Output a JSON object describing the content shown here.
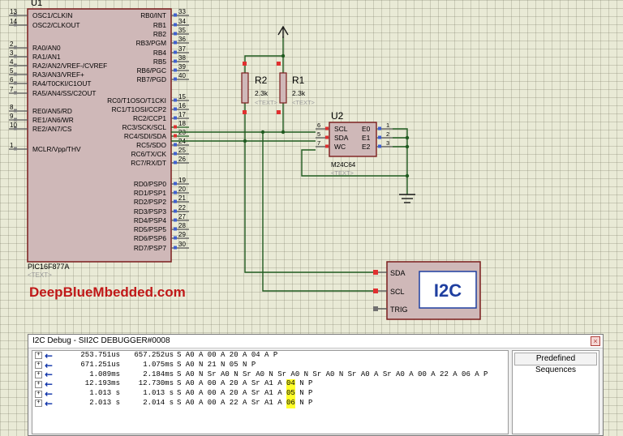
{
  "mcu": {
    "ref": "U1",
    "part": "PIC16F877A",
    "text_tag": "<TEXT>",
    "left_pins": [
      {
        "num": "13",
        "name": "OSC1/CLKIN"
      },
      {
        "num": "14",
        "name": "OSC2/CLKOUT"
      },
      {
        "num": "2",
        "name": "RA0/AN0"
      },
      {
        "num": "3",
        "name": "RA1/AN1"
      },
      {
        "num": "4",
        "name": "RA2/AN2/VREF-/CVREF"
      },
      {
        "num": "5",
        "name": "RA3/AN3/VREF+"
      },
      {
        "num": "6",
        "name": "RA4/T0CKI/C1OUT"
      },
      {
        "num": "7",
        "name": "RA5/AN4/SS/C2OUT"
      },
      {
        "num": "8",
        "name": "RE0/AN5/RD"
      },
      {
        "num": "9",
        "name": "RE1/AN6/WR"
      },
      {
        "num": "10",
        "name": "RE2/AN7/CS"
      },
      {
        "num": "1",
        "name": "MCLR/Vpp/THV"
      }
    ],
    "right_pins": [
      {
        "num": "33",
        "name": "RB0/INT"
      },
      {
        "num": "34",
        "name": "RB1"
      },
      {
        "num": "35",
        "name": "RB2"
      },
      {
        "num": "36",
        "name": "RB3/PGM"
      },
      {
        "num": "37",
        "name": "RB4"
      },
      {
        "num": "38",
        "name": "RB5"
      },
      {
        "num": "39",
        "name": "RB6/PGC"
      },
      {
        "num": "40",
        "name": "RB7/PGD"
      },
      {
        "num": "15",
        "name": "RC0/T1OSO/T1CKI"
      },
      {
        "num": "16",
        "name": "RC1/T1OSI/CCP2"
      },
      {
        "num": "17",
        "name": "RC2/CCP1"
      },
      {
        "num": "18",
        "name": "RC3/SCK/SCL"
      },
      {
        "num": "23",
        "name": "RC4/SDI/SDA"
      },
      {
        "num": "24",
        "name": "RC5/SDO"
      },
      {
        "num": "25",
        "name": "RC6/TX/CK"
      },
      {
        "num": "26",
        "name": "RC7/RX/DT"
      },
      {
        "num": "19",
        "name": "RD0/PSP0"
      },
      {
        "num": "20",
        "name": "RD1/PSP1"
      },
      {
        "num": "21",
        "name": "RD2/PSP2"
      },
      {
        "num": "22",
        "name": "RD3/PSP3"
      },
      {
        "num": "27",
        "name": "RD4/PSP4"
      },
      {
        "num": "28",
        "name": "RD5/PSP5"
      },
      {
        "num": "29",
        "name": "RD6/PSP6"
      },
      {
        "num": "30",
        "name": "RD7/PSP7"
      }
    ]
  },
  "resistors": [
    {
      "ref": "R2",
      "value": "2.3k",
      "text_tag": "<TEXT>"
    },
    {
      "ref": "R1",
      "value": "2.3k",
      "text_tag": "<TEXT>"
    }
  ],
  "eeprom": {
    "ref": "U2",
    "part": "M24C64",
    "text_tag": "<TEXT>",
    "left_pins": [
      {
        "num": "6",
        "name": "SCL"
      },
      {
        "num": "5",
        "name": "SDA"
      },
      {
        "num": "7",
        "name": "WC"
      }
    ],
    "right_pins": [
      {
        "num": "1",
        "name": "E0"
      },
      {
        "num": "2",
        "name": "E1"
      },
      {
        "num": "3",
        "name": "E2"
      }
    ]
  },
  "i2c_debugger": {
    "label": "I2C",
    "pins": [
      "SDA",
      "SCL",
      "TRIG"
    ]
  },
  "watermark": "DeepBlueMbedded.com",
  "debug_window": {
    "title": "I2C Debug - SII2C DEBUGGER#0008",
    "close_glyph": "×",
    "expander_glyph": "+",
    "predefined_label": "Predefined Sequences",
    "rows": [
      {
        "t1": "253.751us",
        "t2": "657.252us",
        "seq": "S A0 A 00 A 20 A 04 A P",
        "hl": ""
      },
      {
        "t1": "671.251us",
        "t2": "1.075ms",
        "seq": "S A0 N 21 N 05 N P",
        "hl": ""
      },
      {
        "t1": "1.089ms",
        "t2": "2.184ms",
        "seq": "S A0 N Sr A0 N Sr A0 N Sr A0 N Sr A0 N Sr A0 A Sr A0 A 00 A 22 A 06 A P",
        "hl": ""
      },
      {
        "t1": "12.193ms",
        "t2": "12.730ms",
        "seq": "S A0 A 00 A 20 A Sr A1 A",
        "hl": "04",
        "tail": "N P"
      },
      {
        "t1": "1.013 s",
        "t2": "1.013 s",
        "seq": "S A0 A 00 A 20 A Sr A1 A",
        "hl": "05",
        "tail": "N P"
      },
      {
        "t1": "2.013 s",
        "t2": "2.014 s",
        "seq": "S A0 A 00 A 22 A Sr A1 A",
        "hl": "06",
        "tail": "N P"
      }
    ]
  }
}
